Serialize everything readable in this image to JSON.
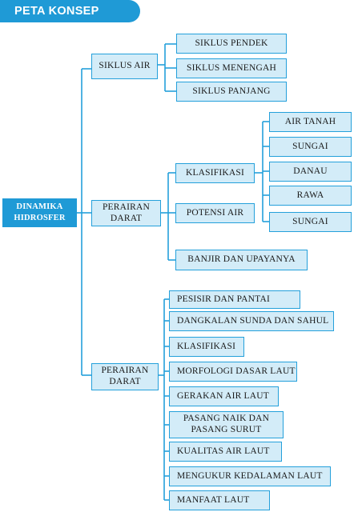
{
  "header": {
    "title": "PETA KONSEP"
  },
  "root": {
    "label": "DINAMIKA HIDROSFER"
  },
  "branch_air": {
    "label": "SIKLUS AIR",
    "children": [
      "SIKLUS PENDEK",
      "SIKLUS MENENGAH",
      "SIKLUS PANJANG"
    ]
  },
  "branch_darat": {
    "label": "PERAIRAN DARAT",
    "klasifikasi": {
      "label": "KLASIFIKASI",
      "children": [
        "AIR TANAH",
        "SUNGAI",
        "DANAU",
        "RAWA",
        "SUNGAI"
      ]
    },
    "potensi": {
      "label": "POTENSI AIR"
    },
    "banjir": {
      "label": "BANJIR DAN UPAYANYA"
    }
  },
  "branch_laut": {
    "label": "PERAIRAN DARAT",
    "children": [
      "PESISIR DAN PANTAI",
      "DANGKALAN SUNDA DAN SAHUL",
      "KLASIFIKASI",
      "MORFOLOGI DASAR LAUT",
      "GERAKAN AIR LAUT",
      "PASANG NAIK DAN PASANG SURUT",
      "KUALITAS AIR LAUT",
      "MENGUKUR KEDALAMAN LAUT",
      "MANFAAT LAUT"
    ]
  },
  "colors": {
    "accent": "#1f9ad6",
    "box_fill": "#d3ecf8",
    "line": "#24a0db"
  }
}
